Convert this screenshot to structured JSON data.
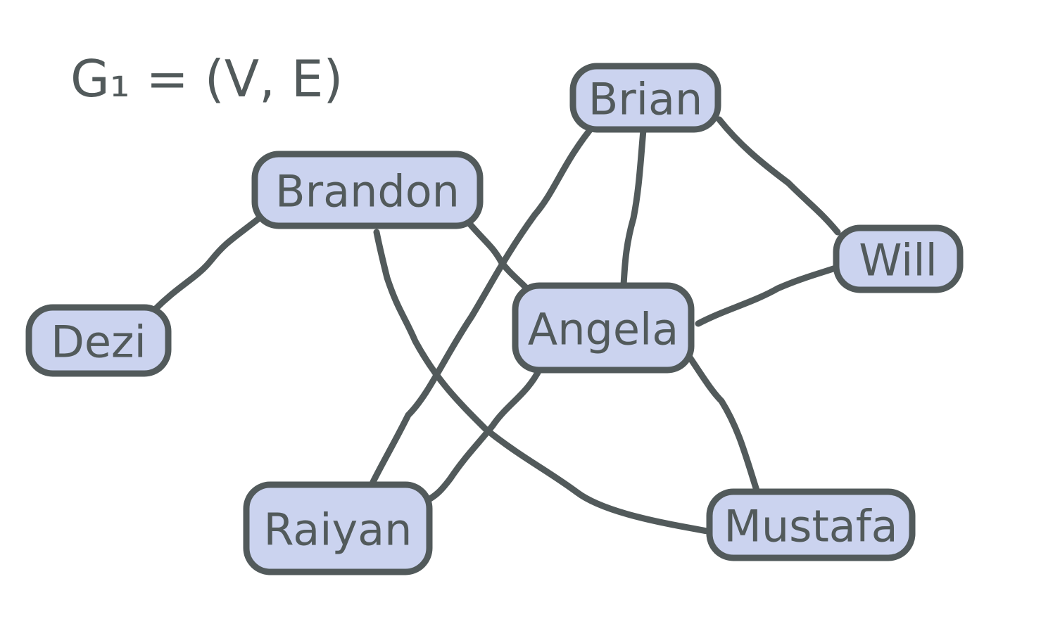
{
  "title": "G₁ = (V, E)",
  "colors": {
    "stroke": "#525a5b",
    "node_fill": "#cbd3ef",
    "text": "#525a5b",
    "background": "#ffffff"
  },
  "nodes": [
    {
      "id": "brian",
      "label": "Brian"
    },
    {
      "id": "brandon",
      "label": "Brandon"
    },
    {
      "id": "will",
      "label": "Will"
    },
    {
      "id": "dezi",
      "label": "Dezi"
    },
    {
      "id": "angela",
      "label": "Angela"
    },
    {
      "id": "raiyan",
      "label": "Raiyan"
    },
    {
      "id": "mustafa",
      "label": "Mustafa"
    }
  ],
  "edges": [
    {
      "from": "brandon",
      "to": "dezi"
    },
    {
      "from": "brandon",
      "to": "angela"
    },
    {
      "from": "brandon",
      "to": "mustafa"
    },
    {
      "from": "brian",
      "to": "angela"
    },
    {
      "from": "brian",
      "to": "will"
    },
    {
      "from": "brian",
      "to": "raiyan"
    },
    {
      "from": "angela",
      "to": "will"
    },
    {
      "from": "angela",
      "to": "raiyan"
    },
    {
      "from": "angela",
      "to": "mustafa"
    }
  ]
}
